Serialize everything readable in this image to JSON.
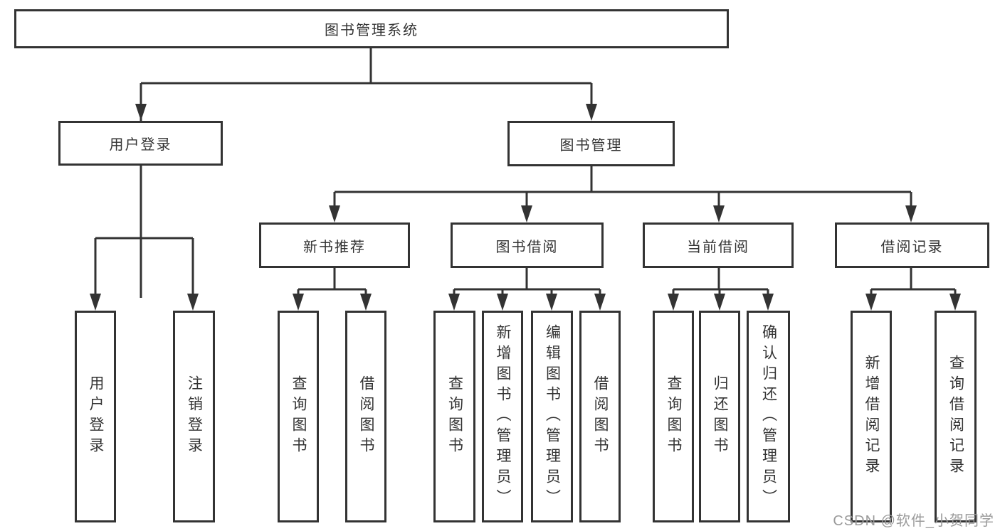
{
  "diagram": {
    "watermark": "CSDN @软件_小贺同学",
    "colors": {
      "line": "#333333",
      "text": "#333333",
      "background": "#ffffff",
      "watermark": "#9a9a9a"
    },
    "tree": {
      "root": {
        "label": "图书管理系统",
        "children": [
          {
            "label": "用户登录",
            "children": [
              {
                "label": "用户登录"
              },
              {
                "label": "注销登录"
              }
            ]
          },
          {
            "label": "图书管理",
            "children": [
              {
                "label": "新书推荐",
                "children": [
                  {
                    "label": "查询图书"
                  },
                  {
                    "label": "借阅图书"
                  }
                ]
              },
              {
                "label": "图书借阅",
                "children": [
                  {
                    "label": "查询图书"
                  },
                  {
                    "label": "新增图书（管理员）"
                  },
                  {
                    "label": "编辑图书（管理员）"
                  },
                  {
                    "label": "借阅图书"
                  }
                ]
              },
              {
                "label": "当前借阅",
                "children": [
                  {
                    "label": "查询图书"
                  },
                  {
                    "label": "归还图书"
                  },
                  {
                    "label": "确认归还（管理员）"
                  }
                ]
              },
              {
                "label": "借阅记录",
                "children": [
                  {
                    "label": "新增借阅记录"
                  },
                  {
                    "label": "查询借阅记录"
                  }
                ]
              }
            ]
          }
        ]
      }
    }
  }
}
